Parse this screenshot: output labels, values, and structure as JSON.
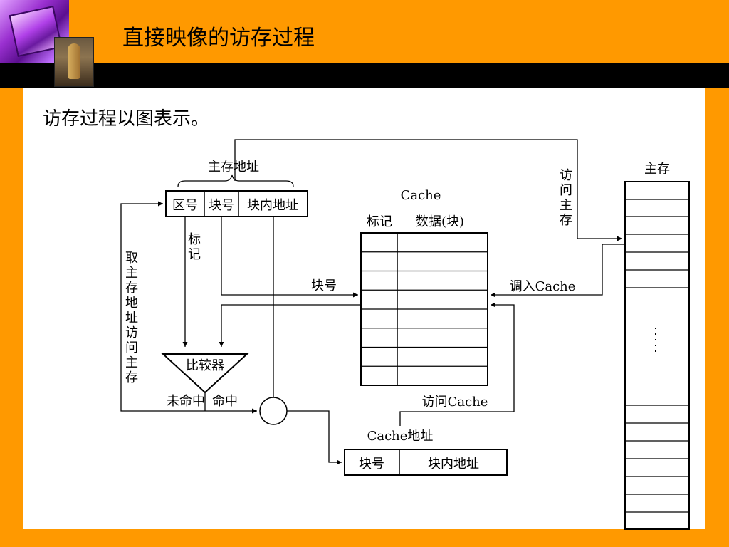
{
  "slide": {
    "title": "直接映像的访存过程",
    "subtitle": "访存过程以图表示。"
  },
  "diagram": {
    "main_address": {
      "label": "主存地址",
      "fields": [
        "区号",
        "块号",
        "块内地址"
      ]
    },
    "cache": {
      "label": "Cache",
      "col_tag": "标记",
      "col_data": "数据(块)"
    },
    "main_memory": {
      "label": "主存",
      "ellipsis": "⋮"
    },
    "cache_address": {
      "label": "Cache地址",
      "fields": [
        "块号",
        "块内地址"
      ]
    },
    "comparator": "比较器",
    "labels": {
      "tag": "标记",
      "block_no": "块号",
      "load_cache": "调入Cache",
      "access_main": "访问主存",
      "fetch_main": "取主存地址访问主存",
      "miss": "未命中",
      "hit": "命中",
      "access_cache": "访问Cache"
    },
    "colors": {
      "background": "#FF9900",
      "bar": "#000000",
      "line": "#000000"
    }
  }
}
